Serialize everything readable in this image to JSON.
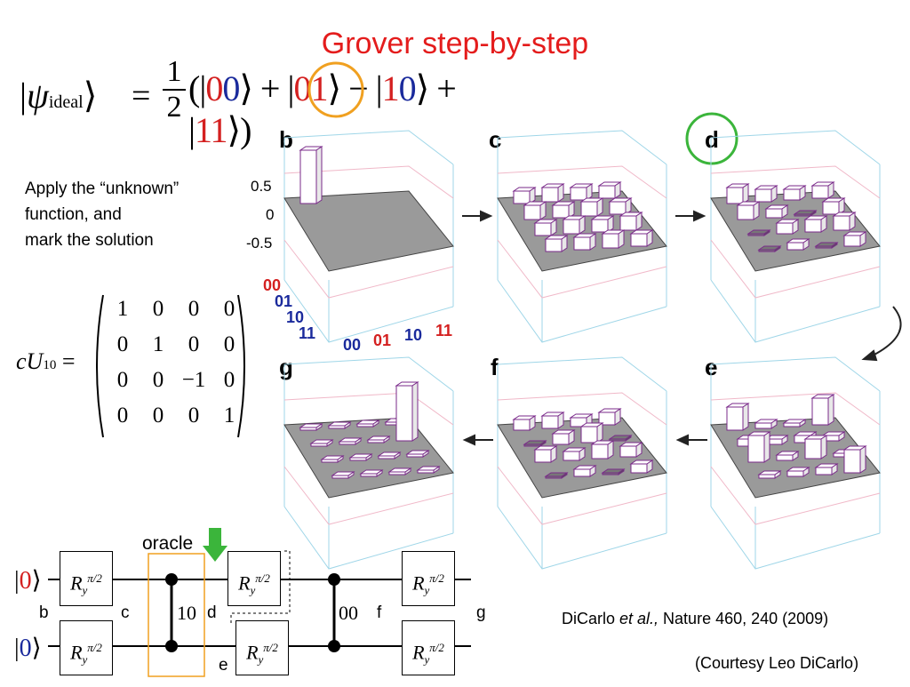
{
  "title": "Grover step-by-step",
  "description": {
    "line1": "Apply the “unknown”",
    "line2": "function, and",
    "line3": "mark the solution"
  },
  "state_equation": {
    "lhs": "|ψideal⟩",
    "factor": "1/2",
    "terms": [
      {
        "sign": "",
        "digits": [
          "0",
          "0"
        ],
        "colors": [
          "#d42020",
          "#1a2a9c"
        ]
      },
      {
        "sign": "+",
        "digits": [
          "0",
          "1"
        ],
        "colors": [
          "#d42020",
          "#d42020"
        ]
      },
      {
        "sign": "−",
        "digits": [
          "1",
          "0"
        ],
        "colors": [
          "#d42020",
          "#1a2a9c"
        ]
      },
      {
        "sign": "+",
        "digits": [
          "1",
          "1"
        ],
        "colors": [
          "#d42020",
          "#d42020"
        ]
      }
    ],
    "highlight_color": "#f0a020"
  },
  "matrix": {
    "label": "cU",
    "subscript": "10",
    "rows": [
      [
        "1",
        "0",
        "0",
        "0"
      ],
      [
        "0",
        "1",
        "0",
        "0"
      ],
      [
        "0",
        "0",
        "−1",
        "0"
      ],
      [
        "0",
        "0",
        "0",
        "1"
      ]
    ]
  },
  "panel_b": {
    "letter": "b",
    "z_ticks": [
      "0.5",
      "0",
      "-0.5"
    ],
    "row_labels": [
      "00",
      "01",
      "10",
      "11"
    ],
    "col_labels": [
      "00",
      "01",
      "10",
      "11"
    ],
    "row_label_colors": [
      "#d42020",
      "#1a2a9c",
      "#1a2a9c",
      "#1a2a9c"
    ],
    "col_label_colors": [
      "#1a2a9c",
      "#d42020",
      "#1a2a9c",
      "#d42020"
    ]
  },
  "panels": [
    {
      "letter": "c"
    },
    {
      "letter": "d"
    },
    {
      "letter": "e"
    },
    {
      "letter": "f"
    },
    {
      "letter": "g"
    }
  ],
  "panel_d_highlight_color": "#3bb53b",
  "circuit": {
    "qubit_top": "|0⟩",
    "qubit_bottom": "|0⟩",
    "gate_label": "R",
    "gate_sub": "y",
    "gate_sup": "π/2",
    "oracle_label": "oracle",
    "oracle_value": "10",
    "second_value": "00",
    "step_labels": {
      "b": "b",
      "c": "c",
      "d": "d",
      "e": "e",
      "f": "f",
      "g": "g"
    }
  },
  "citation": {
    "authors": "DiCarlo ",
    "etal": "et al.,",
    "journal": " Nature 460, 240 (2009)",
    "courtesy": "(Courtesy Leo DiCarlo)"
  }
}
